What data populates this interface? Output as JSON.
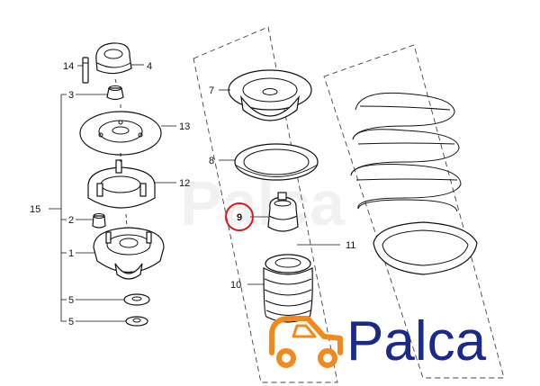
{
  "diagram": {
    "callouts": {
      "p14": "14",
      "p4": "4",
      "p3": "3",
      "p13": "13",
      "p12": "12",
      "p15": "15",
      "p2": "2",
      "p1": "1",
      "p5a": "5",
      "p5b": "5",
      "p7": "7",
      "p8": "8",
      "p9": "9",
      "p10": "10",
      "p11": "11"
    },
    "highlight_color": "#d42020"
  },
  "watermark": {
    "text": "Palca"
  },
  "logo": {
    "text": "Palca",
    "color": "#1a2a8c",
    "truck_color": "#f08a1c"
  }
}
